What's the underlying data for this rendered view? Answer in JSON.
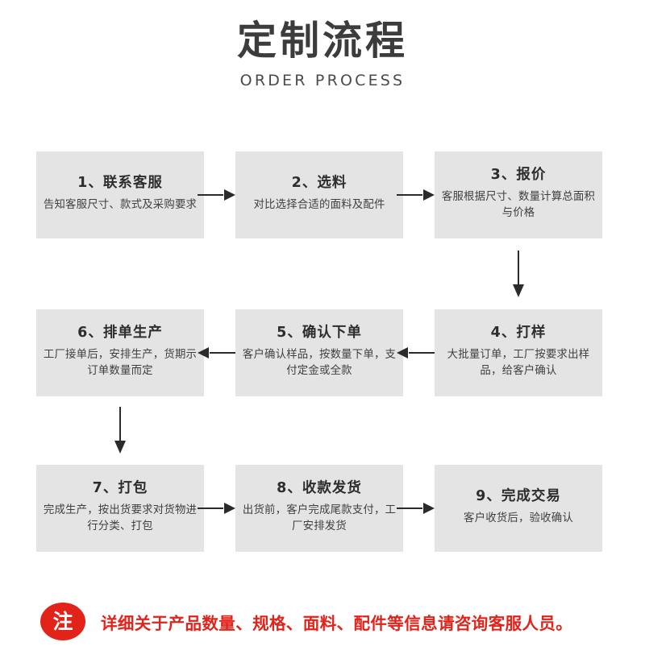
{
  "header": {
    "title": "定制流程",
    "subtitle": "ORDER PROCESS"
  },
  "flow": {
    "rows": [
      {
        "direction": "right",
        "boxes": [
          {
            "title": "1、联系客服",
            "desc": "告知客服尺寸、款式及采购要求"
          },
          {
            "title": "2、选料",
            "desc": "对比选择合适的面料及配件"
          },
          {
            "title": "3、报价",
            "desc": "客服根据尺寸、数量计算总面积与价格"
          }
        ]
      },
      {
        "direction": "left",
        "boxes": [
          {
            "title": "6、排单生产",
            "desc": "工厂接单后，安排生产，货期示订单数量而定"
          },
          {
            "title": "5、确认下单",
            "desc": "客户确认样品，按数量下单，支付定金或全款"
          },
          {
            "title": "4、打样",
            "desc": "大批量订单，工厂按要求出样品，给客户确认"
          }
        ]
      },
      {
        "direction": "right",
        "boxes": [
          {
            "title": "7、打包",
            "desc": "完成生产，按出货要求对货物进行分类、打包"
          },
          {
            "title": "8、收款发货",
            "desc": "出货前，客户完成尾款支付，工厂安排发货"
          },
          {
            "title": "9、完成交易",
            "desc": "客户收货后，验收确认"
          }
        ]
      }
    ],
    "connector_right_down": "arrow-down",
    "connector_left_down": "arrow-down"
  },
  "note": {
    "badge": "注",
    "text": "详细关于产品数量、规格、面料、配件等信息请咨询客服人员。"
  },
  "colors": {
    "box_bg": "#e4e4e4",
    "accent_red": "#e2231a",
    "text_dark": "#2d2d2d",
    "arrow": "#2b2b2b"
  }
}
